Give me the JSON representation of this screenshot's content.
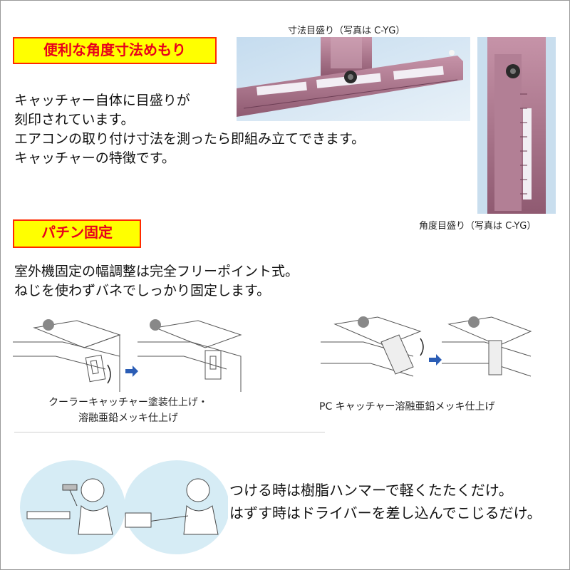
{
  "section1": {
    "tag": "便利な角度寸法めもり",
    "lines": [
      "キャッチャー自体に目盛りが",
      "刻印されています。",
      "エアコンの取り付け寸法を測ったら即組み立てできます。",
      "キャッチャーの特徴です。"
    ],
    "photo_caption_top": "寸法目盛り（写真は C-YG）",
    "photo_caption_bottom": "角度目盛り（写真は C-YG）"
  },
  "section2": {
    "tag": "パチン固定",
    "lines": [
      "室外機固定の幅調整は完全フリーポイント式。",
      "ねじを使わずバネでしっかり固定します。"
    ],
    "caption_left": [
      "クーラーキャッチャー塗装仕上げ・",
      "溶融亜鉛メッキ仕上げ"
    ],
    "caption_right": "PC キャッチャー溶融亜鉛メッキ仕上げ"
  },
  "section3": {
    "lines": [
      "つける時は樹脂ハンマーで軽くたたくだけ。",
      "はずす時はドライバーを差し込んでこじるだけ。"
    ]
  },
  "colors": {
    "tag_fill": "#ffff00",
    "tag_border": "#ff2a00",
    "tag_text": "#e8001c",
    "metal": "#b07d92",
    "cloud": "#d6ecf5"
  }
}
